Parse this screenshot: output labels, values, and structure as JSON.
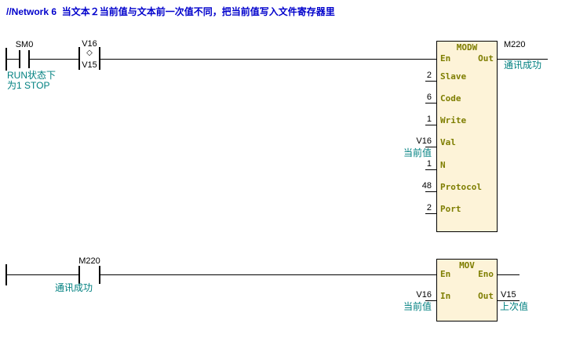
{
  "colors": {
    "wire": "#000000",
    "network_title": "#0000cc",
    "comment_teal": "#008080",
    "block_fill": "#fdf3d8",
    "block_border": "#000000",
    "pin_label_olive": "#7e7e00",
    "operand": "#000000"
  },
  "network": {
    "title": "//Network 6  当文本２当前值与文本前一次值不同，把当前值写入文件寄存器里"
  },
  "rung1": {
    "contact_sm0": {
      "label": "SM0",
      "comment1": "RUN状态下",
      "comment2": "为1 STOP"
    },
    "compare_contact": {
      "top_operand": "V16",
      "operator": "◇",
      "bottom_operand": "V15"
    },
    "modw_block": {
      "title": "MODW",
      "en_label": "En",
      "out_label": "Out",
      "pins": [
        {
          "name": "Slave",
          "value": "2"
        },
        {
          "name": "Code",
          "value": "6"
        },
        {
          "name": "Write",
          "value": "1"
        },
        {
          "name": "Val",
          "value": "V16",
          "comment": "当前值"
        },
        {
          "name": "N",
          "value": "1"
        },
        {
          "name": "Protocol",
          "value": "48"
        },
        {
          "name": "Port",
          "value": "2"
        }
      ]
    },
    "output": {
      "operand": "M220",
      "comment": "通讯成功"
    }
  },
  "rung2": {
    "contact_m220": {
      "label": "M220",
      "comment": "通讯成功"
    },
    "mov_block": {
      "title": "MOV",
      "en_label": "En",
      "eno_label": "Eno",
      "in_label": "In",
      "out_label": "Out"
    },
    "input": {
      "operand": "V16",
      "comment": "当前值"
    },
    "output": {
      "operand": "V15",
      "comment": "上次值"
    }
  }
}
